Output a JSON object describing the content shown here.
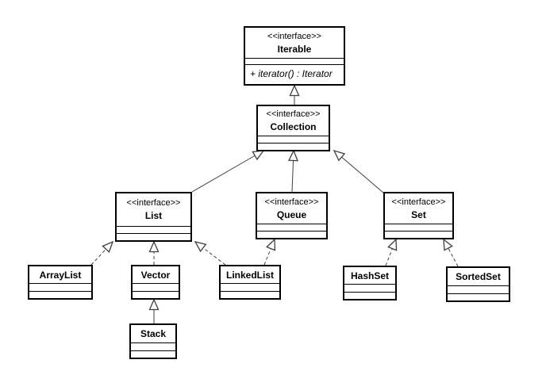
{
  "diagram": {
    "kind": "uml-class-diagram",
    "nodes": {
      "iterable": {
        "stereotype": "<<interface>>",
        "name": "Iterable",
        "operations": [
          "+ iterator() : Iterator"
        ]
      },
      "collection": {
        "stereotype": "<<interface>>",
        "name": "Collection"
      },
      "list": {
        "stereotype": "<<interface>>",
        "name": "List"
      },
      "queue": {
        "stereotype": "<<interface>>",
        "name": "Queue"
      },
      "set": {
        "stereotype": "<<interface>>",
        "name": "Set"
      },
      "arraylist": {
        "name": "ArrayList"
      },
      "vector": {
        "name": "Vector"
      },
      "linkedlist": {
        "name": "LinkedList"
      },
      "hashset": {
        "name": "HashSet"
      },
      "sortedset": {
        "name": "SortedSet"
      },
      "stack": {
        "name": "Stack"
      }
    },
    "edges": [
      {
        "from": "Collection",
        "to": "Iterable",
        "type": "generalization",
        "line": "solid"
      },
      {
        "from": "List",
        "to": "Collection",
        "type": "generalization",
        "line": "solid"
      },
      {
        "from": "Queue",
        "to": "Collection",
        "type": "generalization",
        "line": "solid"
      },
      {
        "from": "Set",
        "to": "Collection",
        "type": "generalization",
        "line": "solid"
      },
      {
        "from": "ArrayList",
        "to": "List",
        "type": "realization",
        "line": "dashed"
      },
      {
        "from": "Vector",
        "to": "List",
        "type": "realization",
        "line": "dashed"
      },
      {
        "from": "LinkedList",
        "to": "List",
        "type": "realization",
        "line": "dashed"
      },
      {
        "from": "LinkedList",
        "to": "Queue",
        "type": "realization",
        "line": "dashed"
      },
      {
        "from": "HashSet",
        "to": "Set",
        "type": "realization",
        "line": "dashed"
      },
      {
        "from": "SortedSet",
        "to": "Set",
        "type": "realization",
        "line": "dashed"
      },
      {
        "from": "Stack",
        "to": "Vector",
        "type": "generalization",
        "line": "solid"
      }
    ],
    "colors": {
      "background": "#ffffff",
      "box_fill": "#ffffff",
      "box_border": "#000000",
      "edge": "#3f3f3f",
      "text": "#000000"
    }
  }
}
